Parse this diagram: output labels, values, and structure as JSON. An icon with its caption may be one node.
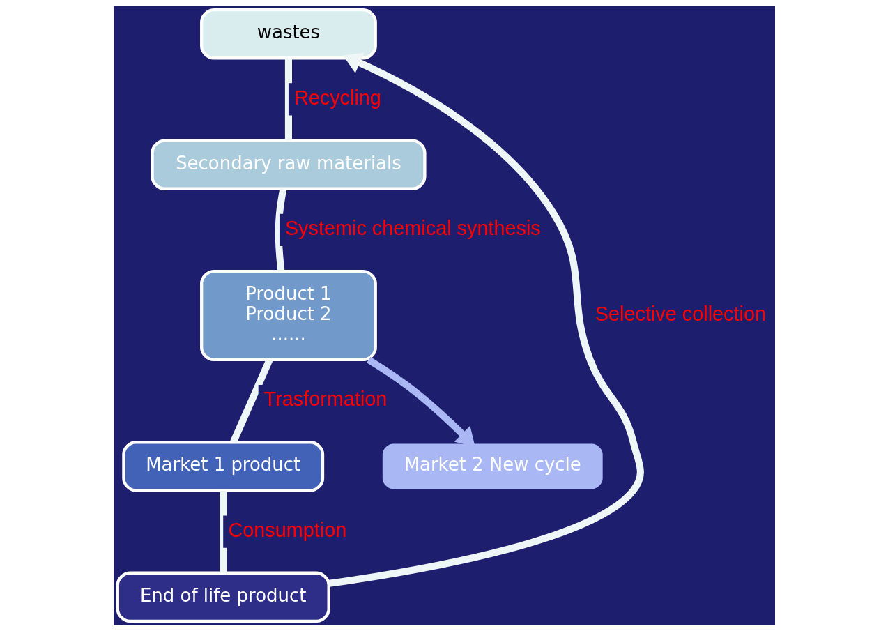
{
  "diagram": {
    "nodes": [
      {
        "text": [
          "wastes"
        ]
      },
      {
        "text": [
          "Secondary raw materials"
        ]
      },
      {
        "text": [
          "Product 1",
          "Product 2",
          "......"
        ]
      },
      {
        "text": [
          "Market 1 product"
        ]
      },
      {
        "text": [
          "End of life product"
        ]
      },
      {
        "text": [
          "Market 2 New cycle"
        ]
      }
    ],
    "edges": [
      {
        "from": 0,
        "to": 1,
        "arrow": "none",
        "label": "Recycling"
      },
      {
        "from": 1,
        "to": 2,
        "arrow": "none",
        "label": "Systemic chemical synthesis"
      },
      {
        "from": 2,
        "to": 3,
        "arrow": "none",
        "label": "Trasformation"
      },
      {
        "from": 3,
        "to": 4,
        "arrow": "none",
        "label": "Consumption"
      },
      {
        "from": 4,
        "to": 0,
        "arrow": "to",
        "label": "Selective collection"
      },
      {
        "from": 2,
        "to": 5,
        "arrow": "to",
        "color": "#a9b8f5"
      }
    ]
  }
}
